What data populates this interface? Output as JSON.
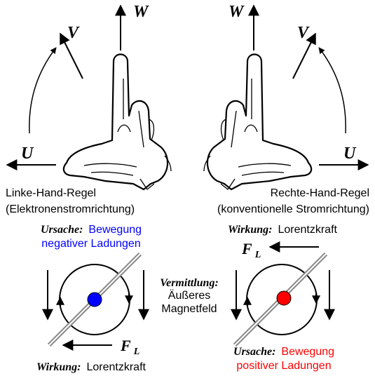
{
  "axes": {
    "u": "U",
    "v": "V",
    "w": "W"
  },
  "left_rule": {
    "title": "Linke-Hand-Regel",
    "subtitle": "(Elektronenstromrichtung)",
    "cause_label": "Ursache:",
    "cause_line1": "Bewegung",
    "cause_line2": "negativer Ladungen",
    "effect_label": "Wirkung:",
    "effect_text": "Lorentzkraft",
    "force": "F",
    "force_sub": "L",
    "charge_color": "#0000ff"
  },
  "right_rule": {
    "title": "Rechte-Hand-Regel",
    "subtitle": "(konventionelle Stromrichtung)",
    "effect_label": "Wirkung:",
    "effect_text": "Lorentzkraft",
    "force": "F",
    "force_sub": "L",
    "cause_label": "Ursache:",
    "cause_line1": "Bewegung",
    "cause_line2": "positiver Ladungen",
    "charge_color": "#ff0000"
  },
  "mediation": {
    "label": "Vermittlung:",
    "line1": "Äußeres",
    "line2": "Magnetfeld"
  },
  "colors": {
    "negative": "#0000ff",
    "positive": "#ff0000",
    "title_left": "#0000ff",
    "title_right": "#ff0000"
  }
}
